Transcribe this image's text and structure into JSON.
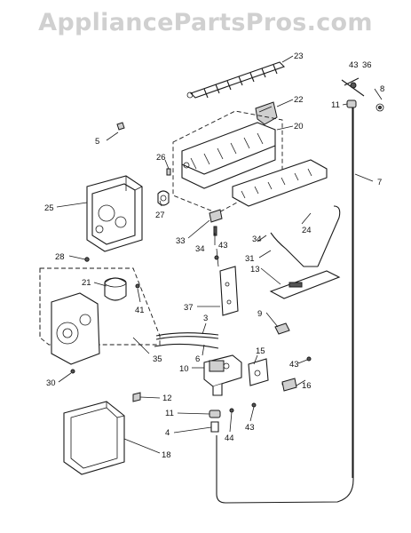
{
  "watermark": "AppliancePartsPros.com",
  "callouts": {
    "c23": "23",
    "c22": "22",
    "c20": "20",
    "c43a": "43",
    "c36": "36",
    "c8": "8",
    "c11a": "11",
    "c7": "7",
    "c5": "5",
    "c26": "26",
    "c25": "25",
    "c27": "27",
    "c28": "28",
    "c33": "33",
    "c34a": "34",
    "c43b": "43",
    "c34b": "34",
    "c31": "31",
    "c24": "24",
    "c13": "13",
    "c21": "21",
    "c41": "41",
    "c37": "37",
    "c9": "9",
    "c3": "3",
    "c6": "6",
    "c15": "15",
    "c43c": "43",
    "c10": "10",
    "c30": "30",
    "c35": "35",
    "c12": "12",
    "c11b": "11",
    "c16": "16",
    "c4": "4",
    "c44": "44",
    "c43d": "43",
    "c18": "18"
  }
}
